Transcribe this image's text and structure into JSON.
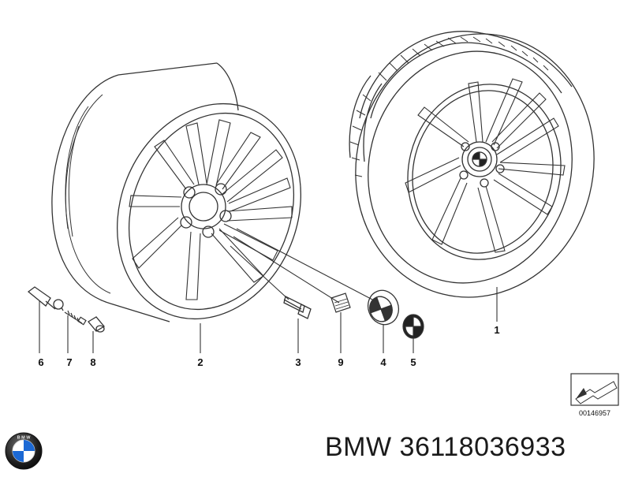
{
  "diagram": {
    "callouts": {
      "p1": "1",
      "p2": "2",
      "p3": "3",
      "p4": "4",
      "p5": "5",
      "p6": "6",
      "p7": "7",
      "p8": "8",
      "p9": "9"
    },
    "drawing_code": "00146957"
  },
  "footer": {
    "brand": "BMW",
    "part_number": "36118036933",
    "logo_text": "B M W"
  },
  "colors": {
    "line": "#333333",
    "logo_blue": "#1c69d4",
    "logo_ring": "#222222"
  }
}
